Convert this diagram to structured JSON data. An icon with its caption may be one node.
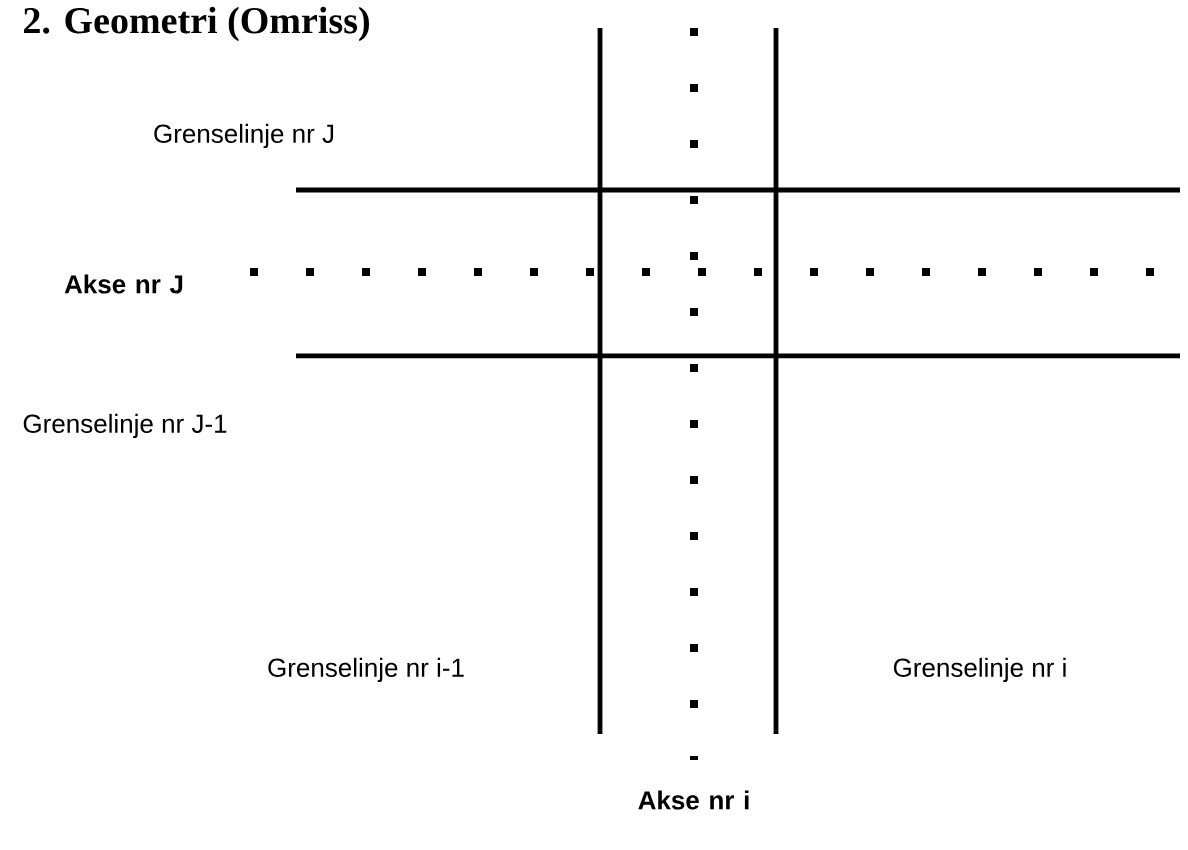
{
  "diagram": {
    "title": "2. Geometri (Omriss)",
    "labels": [
      "Grenselinje nr J",
      "Akse nr J",
      "Grenselinje nr J-1",
      "Grenselinje nr i-1",
      "Grenselinje nr i",
      "Akse nr i"
    ]
  }
}
